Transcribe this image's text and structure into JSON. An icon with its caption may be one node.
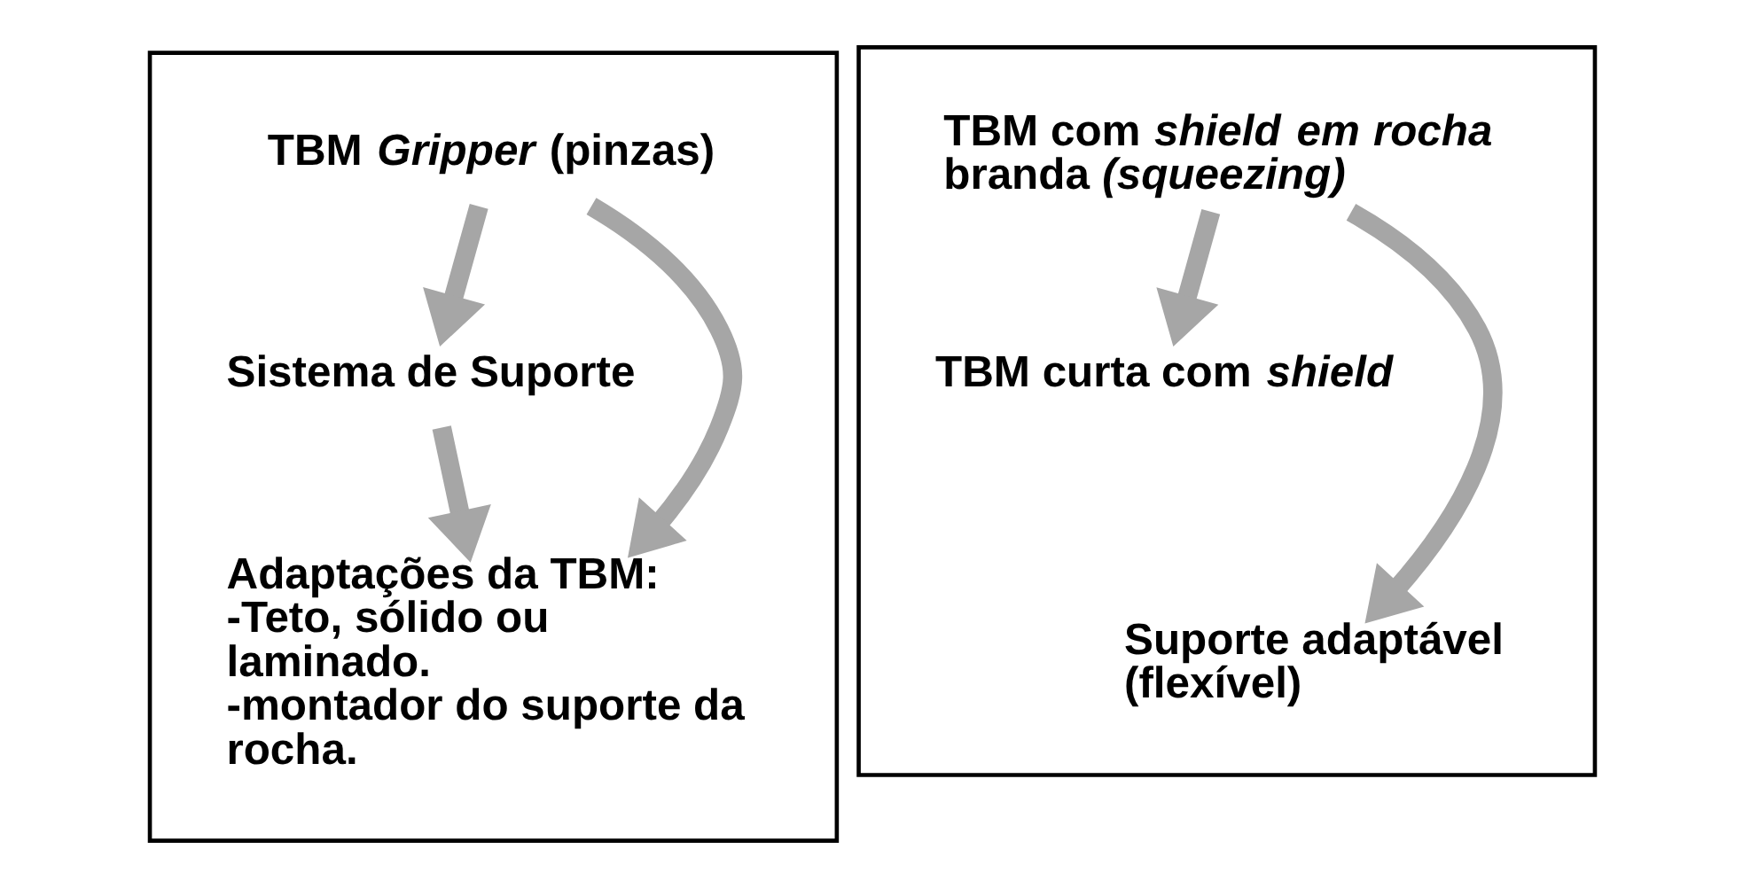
{
  "diagram": {
    "nodes": [
      {
        "text": [],
        "shape": "box"
      },
      {
        "text": [
          "TBM *Gripper* (pinzas)"
        ],
        "in": 0
      },
      {
        "text": [
          "Sistema de Suporte"
        ],
        "in": 0
      },
      {
        "text": [
          "Adaptações da TBM:",
          "-Teto, sólido ou laminado.",
          "-montador do suporte da rocha."
        ],
        "in": 0
      },
      {
        "text": [],
        "shape": "box"
      },
      {
        "text": [
          "TBM com *shield em rocha* branda *(squeezing)*"
        ],
        "in": 4
      },
      {
        "text": [
          "TBM curta com *shield*"
        ],
        "in": 4
      },
      {
        "text": [
          "Suporte adaptável (flexível)"
        ],
        "in": 4
      }
    ],
    "edges": [
      {
        "from": 1,
        "to": 2,
        "arrow": "to"
      },
      {
        "from": 2,
        "to": 3,
        "arrow": "to"
      },
      {
        "from": 1,
        "to": 3,
        "arrow": "to"
      },
      {
        "from": 5,
        "to": 6,
        "arrow": "to"
      },
      {
        "from": 5,
        "to": 7,
        "arrow": "to"
      }
    ]
  }
}
